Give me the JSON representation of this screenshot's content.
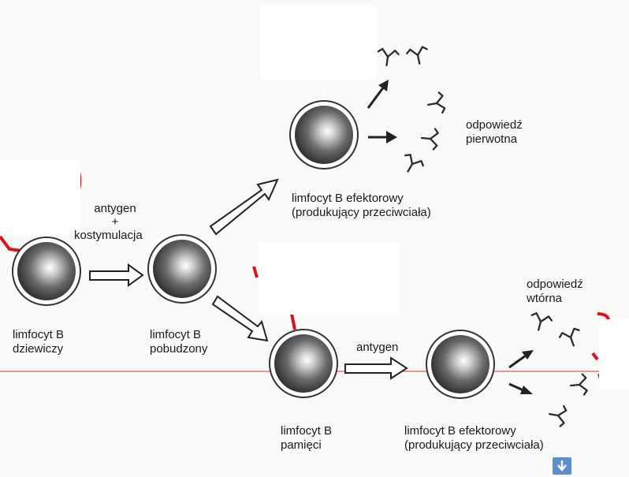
{
  "labels": {
    "antigen_top": "antygen",
    "plus": "+",
    "costimulation": "kostymulacja",
    "naive_line1": "limfocyt B",
    "naive_line2": "dziewiczy",
    "activated_line1": "limfocyt B",
    "activated_line2": "pobudzony",
    "effector_top_line1": "limfocyt B efektorowy",
    "effector_top_line2": "(produkujący przeciwciała)",
    "primary_line1": "odpowiedź",
    "primary_line2": "pierwotna",
    "memory_line1": "limfocyt B",
    "memory_line2": "pamięci",
    "antigen_bottom": "antygen",
    "effector_bottom_line1": "limfocyt B efektorowy",
    "effector_bottom_line2": "(produkujący przeciwciała)",
    "secondary_line1": "odpowiedź",
    "secondary_line2": "wtórna"
  },
  "colors": {
    "red_annotation": "#d8141c",
    "red_line": "#e8585c",
    "download_badge": "#5d8fcf"
  },
  "icons": {
    "download": "download-arrow-icon"
  }
}
